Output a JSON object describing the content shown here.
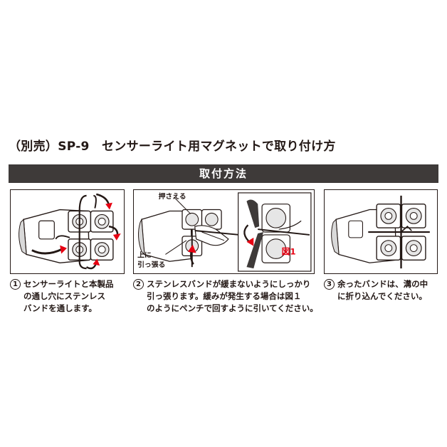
{
  "title": "（別売）SP-9　センサーライト用マグネットで取り付け方",
  "section_header": "取付方法",
  "panel2": {
    "press_label": "押さえる",
    "pull_label_1": "上に",
    "pull_label_2": "引っ張る",
    "figure_label": "図1"
  },
  "steps": [
    {
      "number": "1",
      "lines": [
        "センサーライトと本製品",
        "の通し穴にステンレス",
        "バンドを通します。"
      ]
    },
    {
      "number": "2",
      "lines": [
        "ステンレスバンドが緩まないようにしっかり",
        "引っ張ります。緩みが発生する場合は図１",
        "のようにペンチで回すように引いてください。"
      ]
    },
    {
      "number": "3",
      "lines": [
        "余ったバンドは、溝の中",
        "に折り込んでください。"
      ]
    }
  ],
  "colors": {
    "text": "#231815",
    "header_bg": "#3e3a39",
    "accent_red": "#e60012"
  }
}
